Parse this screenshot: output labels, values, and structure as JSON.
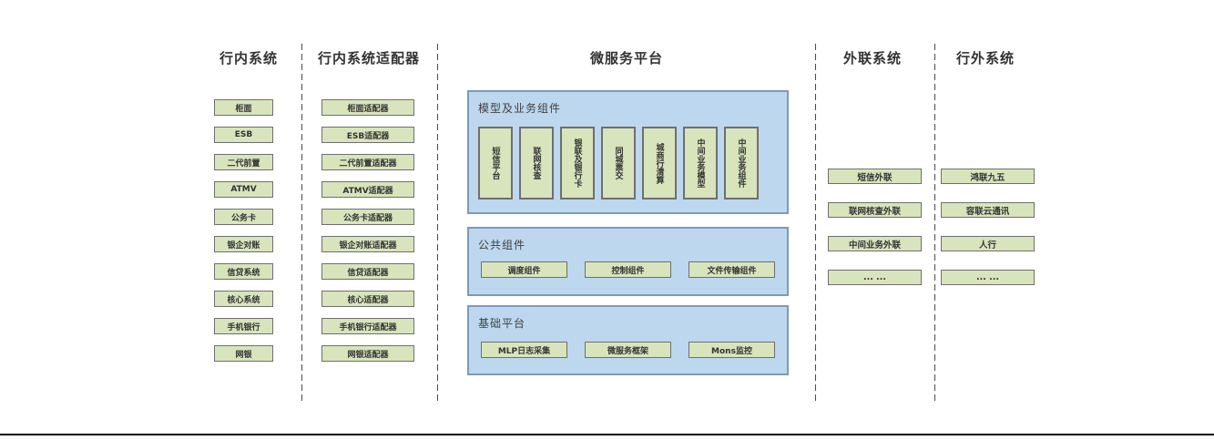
{
  "columns": [
    {
      "title": "行内系统",
      "items": [
        "柜面",
        "ESB",
        "二代前置",
        "ATMV",
        "公务卡",
        "银企对账",
        "信贷系统",
        "核心系统",
        "手机银行",
        "网银"
      ]
    },
    {
      "title": "行内系统适配器",
      "items": [
        "柜面适配器",
        "ESB适配器",
        "二代前置适配器",
        "ATMV适配器",
        "公务卡适配器",
        "银企对账适配器",
        "信贷适配器",
        "核心适配器",
        "手机银行适配器",
        "网银适配器"
      ]
    },
    {
      "title": "微服务平台",
      "groups": [
        {
          "title": "模型及业务组件",
          "items": [
            "短信平台",
            "联网核查",
            "银联及银行卡",
            "同城票交",
            "城商行清算",
            "中间业务模型",
            "中间业务组件"
          ]
        },
        {
          "title": "公共组件",
          "items": [
            "调度组件",
            "控制组件",
            "文件传输组件"
          ]
        },
        {
          "title": "基础平台",
          "items": [
            "MLP日志采集",
            "微服务框架",
            "Mons监控"
          ]
        }
      ]
    },
    {
      "title": "外联系统",
      "items": [
        "短信外联",
        "联网核查外联",
        "中间业务外联",
        "... ..."
      ]
    },
    {
      "title": "行外系统",
      "items": [
        "鸿联九五",
        "容联云通讯",
        "人行",
        "... ..."
      ]
    }
  ],
  "colors": {
    "box_fill": "#d8e4bc",
    "box_border": "#6f6f6f",
    "panel_fill": "#bdd7ee",
    "panel_border": "#7d9ab8",
    "text": "#333333",
    "baseline": "#000000"
  }
}
